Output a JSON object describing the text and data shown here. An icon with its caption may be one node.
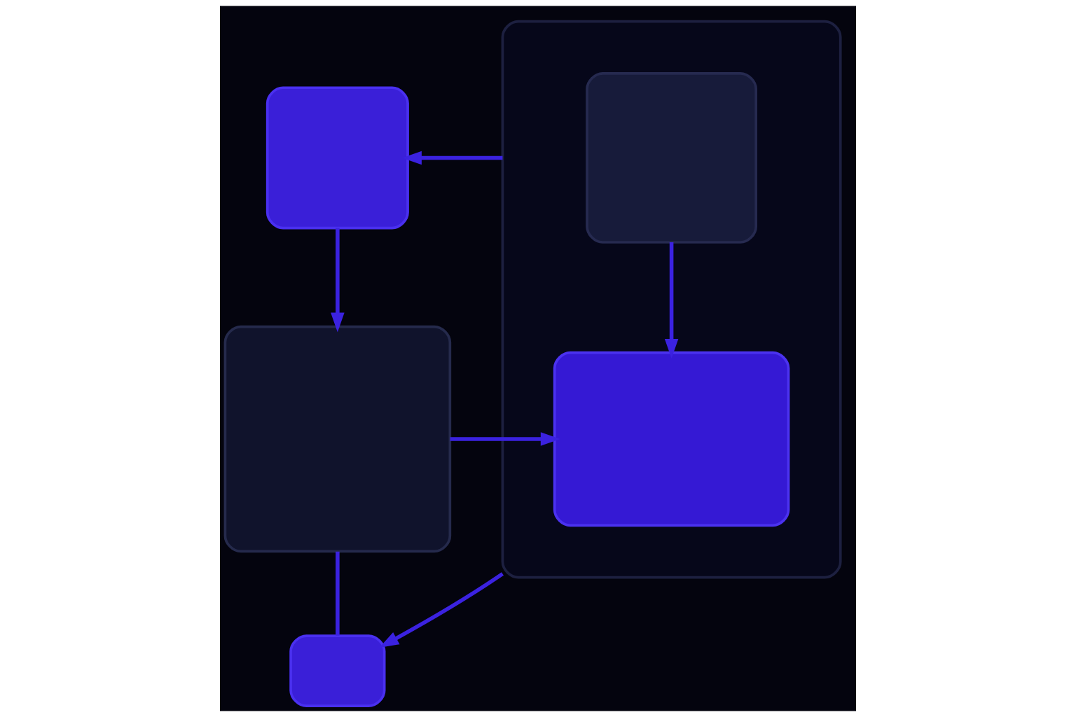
{
  "diagram": {
    "nodes": [
      {
        "text": [],
        "shape": "box"
      },
      {
        "text": [],
        "shape": "box"
      },
      {
        "text": [],
        "shape": "box",
        "in": 1
      },
      {
        "text": [],
        "shape": "box"
      },
      {
        "text": [],
        "shape": "box",
        "in": 1
      },
      {
        "text": [],
        "shape": "box"
      }
    ],
    "edges": [
      {
        "from": 1,
        "to": 0,
        "arrow": "to"
      },
      {
        "from": 0,
        "to": 3,
        "arrow": "to"
      },
      {
        "from": 2,
        "to": 4,
        "arrow": "to"
      },
      {
        "from": 3,
        "to": 4,
        "arrow": "to"
      },
      {
        "from": 3,
        "to": 5,
        "arrow": "none"
      },
      {
        "from": 1,
        "to": 5,
        "arrow": "to"
      }
    ]
  }
}
